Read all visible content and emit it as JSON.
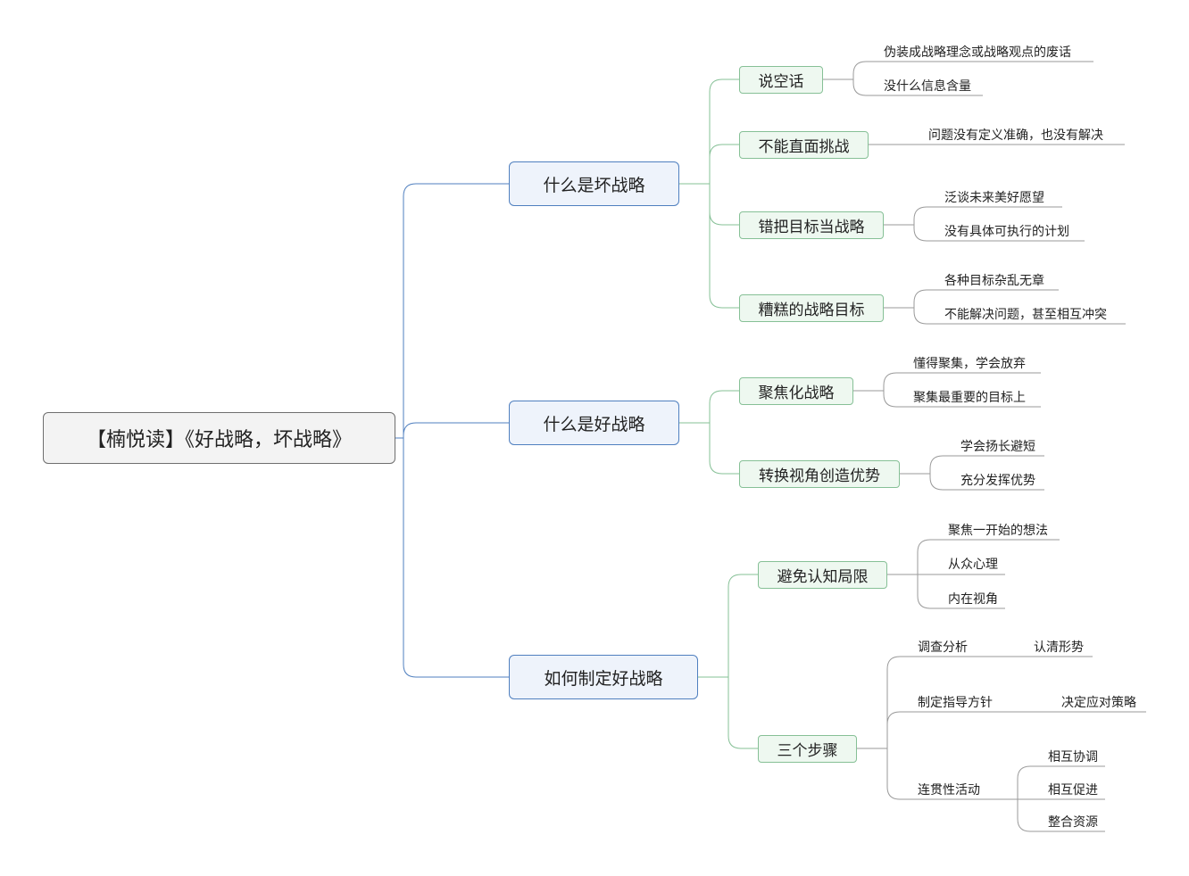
{
  "root": {
    "label": "【楠悦读】《好战略，坏战略》"
  },
  "branches": [
    {
      "label": "什么是坏战略",
      "children": [
        {
          "label": "说空话",
          "leaves": [
            "伪装成战略理念或战略观点的废话",
            "没什么信息含量"
          ]
        },
        {
          "label": "不能直面挑战",
          "leaves": [
            "问题没有定义准确，也没有解决"
          ]
        },
        {
          "label": "错把目标当战略",
          "leaves": [
            "泛谈未来美好愿望",
            "没有具体可执行的计划"
          ]
        },
        {
          "label": "糟糕的战略目标",
          "leaves": [
            "各种目标杂乱无章",
            "不能解决问题，甚至相互冲突"
          ]
        }
      ]
    },
    {
      "label": "什么是好战略",
      "children": [
        {
          "label": "聚焦化战略",
          "leaves": [
            "懂得聚集，学会放弃",
            "聚集最重要的目标上"
          ]
        },
        {
          "label": "转换视角创造优势",
          "leaves": [
            "学会扬长避短",
            "充分发挥优势"
          ]
        }
      ]
    },
    {
      "label": "如何制定好战略",
      "children": [
        {
          "label": "避免认知局限",
          "leaves": [
            "聚焦一开始的想法",
            "从众心理",
            "内在视角"
          ]
        },
        {
          "label": "三个步骤",
          "steps": [
            {
              "label": "调查分析",
              "sub": [
                "认清形势"
              ]
            },
            {
              "label": "制定指导方针",
              "sub": [
                "决定应对策略"
              ]
            },
            {
              "label": "连贯性活动",
              "sub": [
                "相互协调",
                "相互促进",
                "整合资源"
              ]
            }
          ]
        }
      ]
    }
  ],
  "colors": {
    "root_line": "#4f7fbf",
    "branch_line": "#86c096",
    "leaf_line": "#9a9a9a"
  }
}
